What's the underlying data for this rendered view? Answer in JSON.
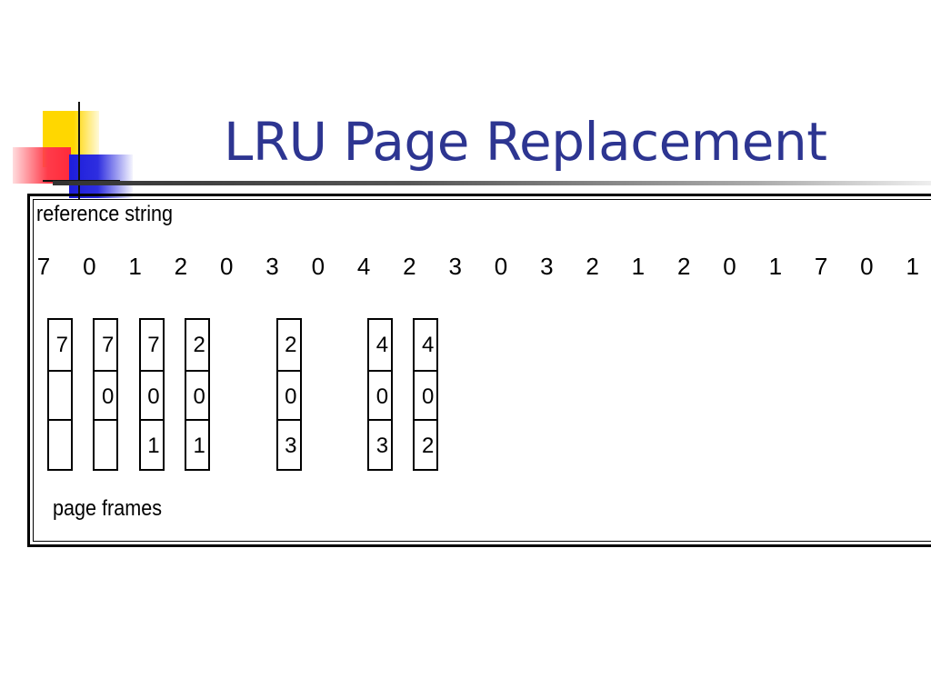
{
  "title": "LRU Page Replacement",
  "diagram": {
    "reference_label": "reference string",
    "reference_string": [
      "7",
      "0",
      "1",
      "2",
      "0",
      "3",
      "0",
      "4",
      "2",
      "3",
      "0",
      "3",
      "2",
      "1",
      "2",
      "0",
      "1",
      "7",
      "0",
      "1"
    ],
    "frames_label": "page frames",
    "frames": [
      [
        "7",
        "",
        ""
      ],
      [
        "7",
        "0",
        ""
      ],
      [
        "7",
        "0",
        "1"
      ],
      [
        "2",
        "0",
        "1"
      ],
      [
        "2",
        "0",
        "3"
      ],
      [
        "4",
        "0",
        "3"
      ],
      [
        "4",
        "0",
        "2"
      ]
    ]
  },
  "colors": {
    "title": "#2d3591",
    "logo_yellow": "#ffd700",
    "logo_red": "#ff3b4a",
    "logo_blue": "#1d1ddb"
  }
}
